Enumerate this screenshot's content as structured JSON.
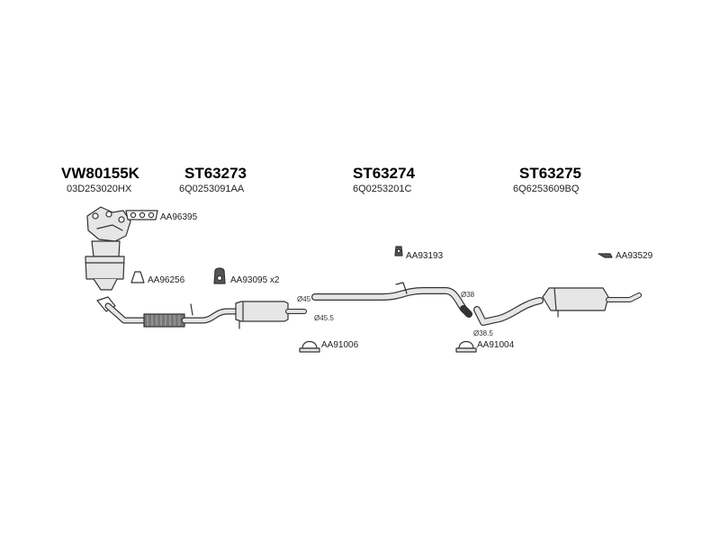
{
  "groups": [
    {
      "part_number": "VW80155K",
      "oem_number": "03D253020HX"
    },
    {
      "part_number": "ST63273",
      "oem_number": "6Q0253091AA"
    },
    {
      "part_number": "ST63274",
      "oem_number": "6Q0253201C"
    },
    {
      "part_number": "ST63275",
      "oem_number": "6Q6253609BQ"
    }
  ],
  "accessories": {
    "gasket_manifold": "AA96395",
    "ring_seal": "AA96256",
    "rubber_hanger": "AA93095 x2",
    "bracket_mid": "AA93193",
    "hanger_rear": "AA93529",
    "clamp_front": "AA91006",
    "clamp_rear": "AA91004"
  },
  "dimensions": {
    "d45": "Ø45",
    "d45_5": "Ø45.5",
    "d38": "Ø38",
    "d38_5": "Ø38.5"
  },
  "colors": {
    "line": "#333333",
    "fill": "#e6e6e6",
    "dark": "#555555"
  }
}
